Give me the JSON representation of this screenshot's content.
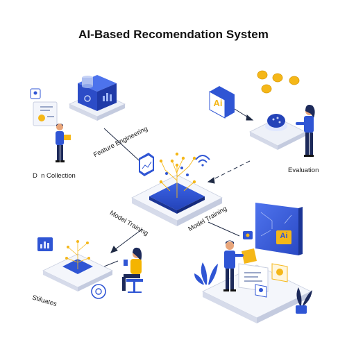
{
  "title": "AI-Based Recomendation System",
  "labels": {
    "data_collection": "D  n Collection",
    "feature_engineering": "Feature Engineering",
    "evaluation": "Evaluation",
    "model_training_left": "Model Training",
    "model_training_right": "Model Training",
    "stillates": "Stiluates",
    "ai_badge_top": "Ai",
    "ai_badge_screen": "Ai"
  },
  "colors": {
    "primary_blue": "#2f55d4",
    "light_blue": "#dfe7ff",
    "platform_top": "#f4f6fb",
    "platform_side": "#d6dbea",
    "gold": "#f5b718",
    "skin": "#e8a57a",
    "navy": "#1d2a5a",
    "yellow_shirt": "#f4b400"
  },
  "icons": [
    "database-server-icon",
    "document-card-icon",
    "ai-chip-icon",
    "coin-icon",
    "dashboard-chart-icon",
    "wifi-signal-icon",
    "network-graph-icon",
    "gear-chat-icon",
    "monitor-ai-icon",
    "plant-icon"
  ]
}
